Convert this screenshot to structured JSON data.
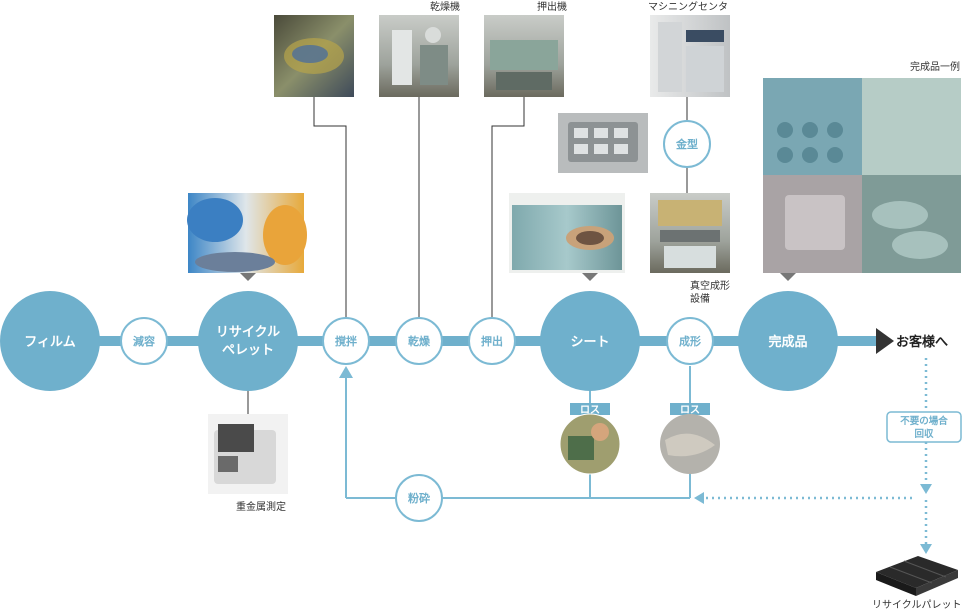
{
  "colors": {
    "main_blue": "#6fb0cc",
    "line_blue": "#7cbad4",
    "ring_blue": "#7cbad4",
    "text_dark": "#222222",
    "pallet_dark": "#2a2a2a"
  },
  "nodes": {
    "film": "フィルム",
    "reduce": "減容",
    "pellet_line1": "リサイクル",
    "pellet_line2": "ペレット",
    "stir": "撹拌",
    "dry": "乾燥",
    "extrude": "押出",
    "sheet": "シート",
    "forming": "成形",
    "product": "完成品",
    "mold": "金型",
    "crush": "粉砕"
  },
  "destination": "お客様へ",
  "captions": {
    "dryer": "乾燥機",
    "extruder": "押出機",
    "machining": "マシニングセンタ",
    "product_example": "完成品一例",
    "vacuum_line1": "真空成形",
    "vacuum_line2": "設備",
    "heavy_metal": "重金属測定",
    "recycle_pallet": "リサイクルパレット"
  },
  "loss_label": "ロス",
  "return_box": {
    "line1": "不要の場合",
    "line2": "回収"
  },
  "icons": {
    "photo_stir": "pellet-mixing-photo",
    "photo_dryer": "dryer-machine-photo",
    "photo_extruder": "extruder-machine-photo",
    "photo_machining": "machining-center-photo",
    "photo_mold": "mold-photo",
    "photo_vacuum": "vacuum-forming-photo",
    "photo_sheet": "sheet-roll-photo",
    "photo_pellets": "recycled-pellets-photo",
    "photo_product": "product-examples-photo",
    "photo_meter": "heavy-metal-meter-photo",
    "photo_loss1": "loss-worker-photo",
    "photo_loss2": "loss-scrap-photo",
    "photo_pallet": "recycle-pallet-photo"
  }
}
